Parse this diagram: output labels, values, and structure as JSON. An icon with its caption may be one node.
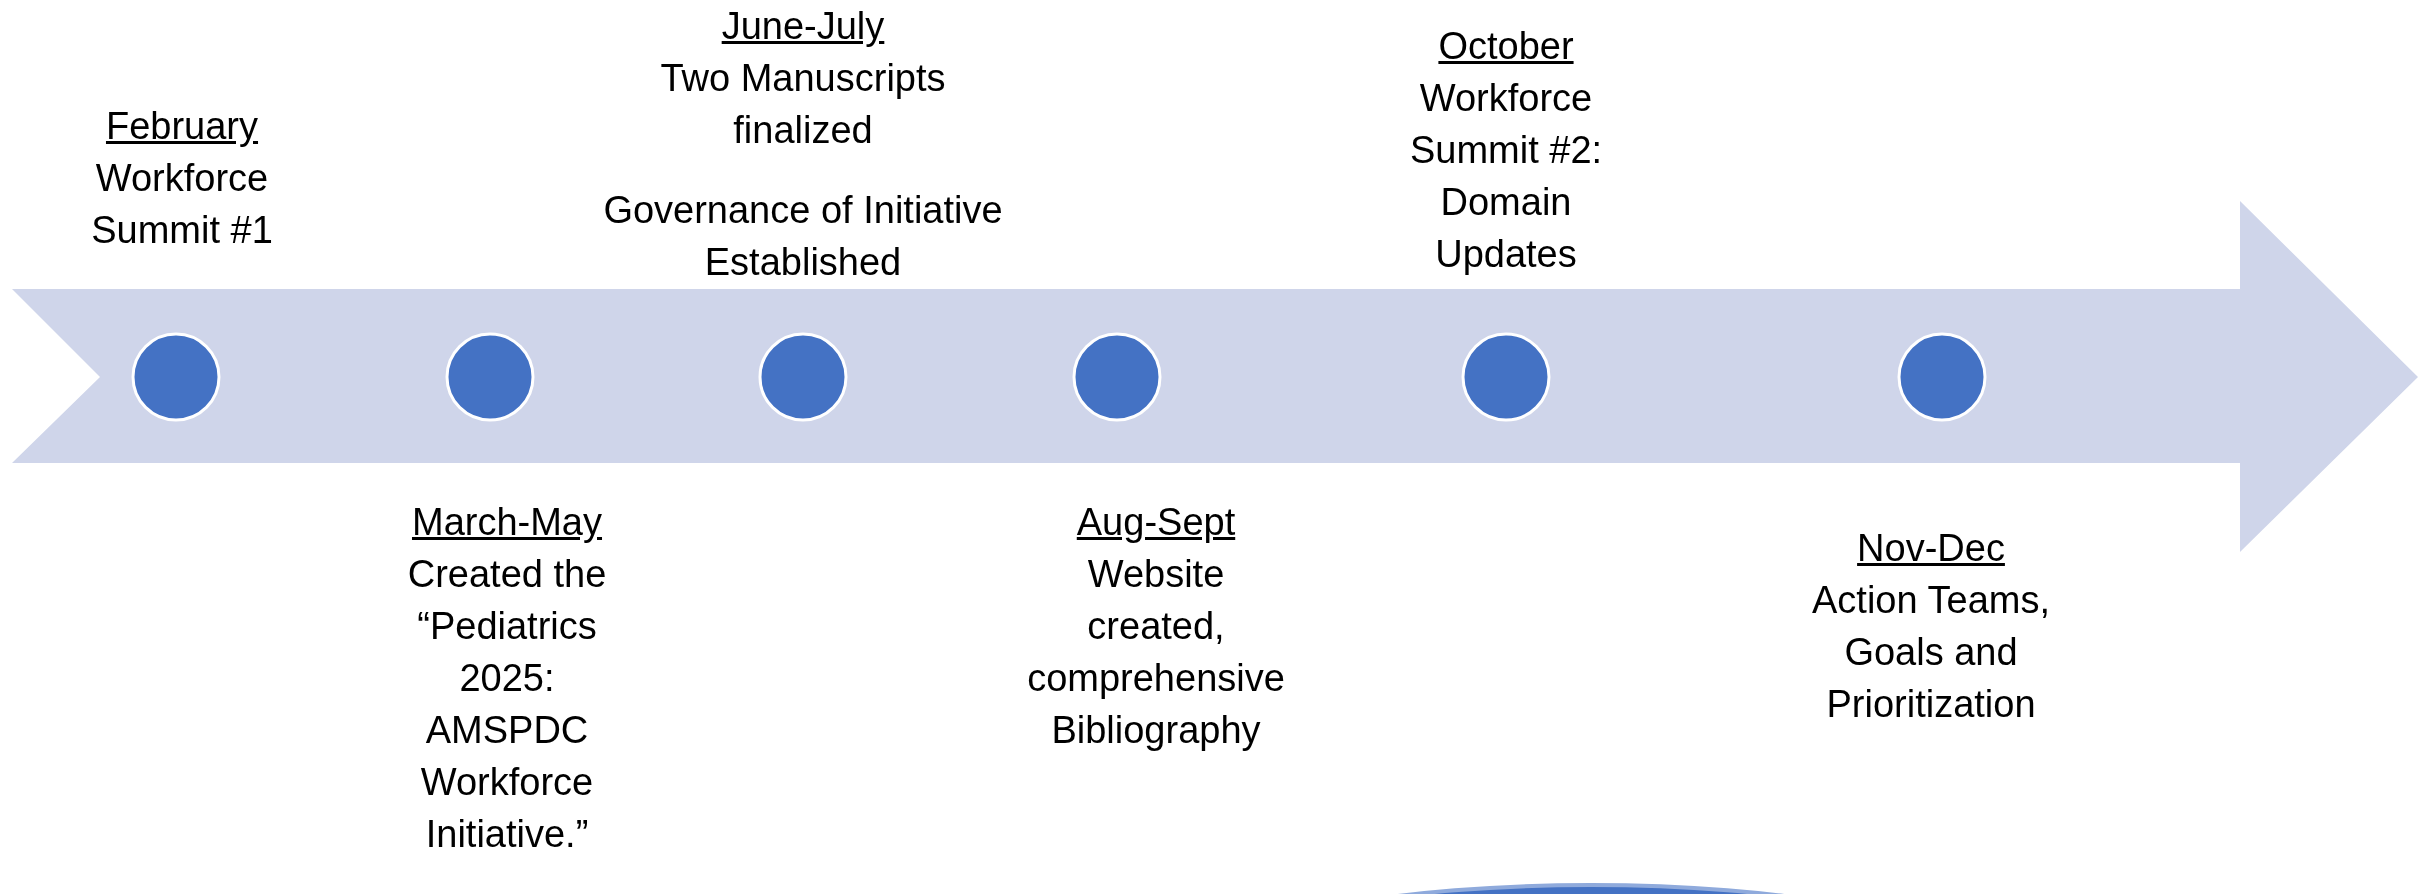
{
  "diagram": {
    "nodes": [
      {
        "text": [
          "February",
          "Workforce Summit #1"
        ]
      },
      {
        "text": [
          "March-May",
          "Created the “Pediatrics 2025: AMSPDC Workforce Initiative.”"
        ]
      },
      {
        "text": [
          "June-July",
          "Two Manuscripts finalized",
          "Governance of Initiative Established"
        ]
      },
      {
        "text": [
          "Aug-Sept",
          "Website created, comprehensive Bibliography"
        ]
      },
      {
        "text": [
          "October",
          "Workforce Summit #2: Domain Updates"
        ]
      },
      {
        "text": [
          "Nov-Dec",
          "Action Teams, Goals and Prioritization"
        ]
      },
      {
        "text": [],
        "shape": "circle"
      },
      {
        "text": [],
        "shape": "circle"
      },
      {
        "text": [],
        "shape": "circle"
      },
      {
        "text": [],
        "shape": "circle"
      },
      {
        "text": [],
        "shape": "circle"
      },
      {
        "text": [],
        "shape": "circle"
      }
    ],
    "edges": []
  }
}
